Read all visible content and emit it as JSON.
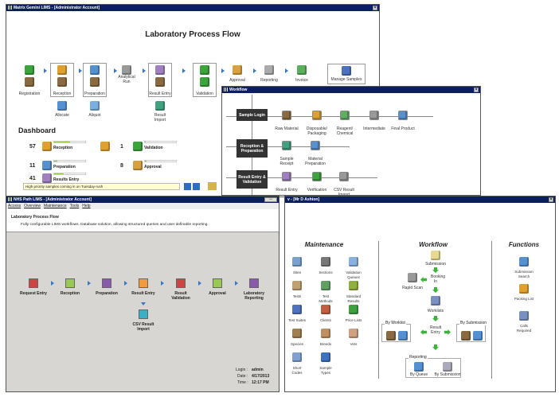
{
  "gemini": {
    "title": "Matrix Gemini LIMS - [Administrator Account]",
    "heading": "Laboratory Process Flow",
    "flow": [
      "Registration",
      "Reception",
      "Preparation",
      "Analytical Run",
      "Result Entry",
      "Validation",
      "Approval",
      "Reporting",
      "Invoice",
      "Manage Samples"
    ],
    "sub": [
      "Allocate",
      "Aliquot",
      "Result Import"
    ],
    "dashboard_title": "Dashboard",
    "dashboard": [
      {
        "count": "57",
        "label": "Reception",
        "fill": 0.5
      },
      {
        "count": "11",
        "label": "Preparation",
        "fill": 0.1
      },
      {
        "count": "41",
        "label": "Results Entry",
        "fill": 0.3
      },
      {
        "count": "1",
        "label": "Validation",
        "fill": 0.02
      },
      {
        "count": "8",
        "label": "Approval",
        "fill": 0.05
      }
    ],
    "note": "High priority samples coming in on Tuesday-rush"
  },
  "workflow": {
    "title": "Workflow",
    "stages": [
      "Sample Login",
      "Reception & Preparation",
      "Result Entry & Validation"
    ],
    "rows": [
      [
        "Raw Material",
        "Disposable/ Packaging",
        "Reagent/ Chemical",
        "Intermediate",
        "Final Product"
      ],
      [
        "Sample Receipt",
        "Material Preparation"
      ],
      [
        "Result Entry",
        "Verification",
        "CSV Result Import"
      ]
    ]
  },
  "nhs": {
    "title": "NHS Path LIMS - [Administrator Account]",
    "menu": [
      "Access",
      "Overview",
      "Maintenance",
      "Tools",
      "Help"
    ],
    "heading": "Laboratory Process Flow",
    "subheading": "Fully configurable LIMS workflows. Database solution, allowing structured queries and user definable reporting.",
    "steps": [
      {
        "label": "Request Entry",
        "color": "#cc4444"
      },
      {
        "label": "Reception",
        "color": "#99c855"
      },
      {
        "label": "Preparation",
        "color": "#8a5aaa"
      },
      {
        "label": "Result Entry",
        "color": "#f39a3c"
      },
      {
        "label": "Result Validation",
        "color": "#cc4444"
      },
      {
        "label": "Approval",
        "color": "#99c855"
      },
      {
        "label": "Laboratory Reporting",
        "color": "#8a5aaa"
      }
    ],
    "branch": {
      "label": "CSV Result Import",
      "color": "#3ab0c8"
    },
    "login_label": "Login :",
    "login": "admin",
    "date_label": "Date :",
    "date": "4/17/2013",
    "time_label": "Time :",
    "time": "12:17 PM"
  },
  "vet": {
    "title": "v - [Mr D Ashton]",
    "maintenance_title": "Maintenance",
    "workflow_title": "Workflow",
    "functions_title": "Functions",
    "maintenance": [
      "Sites",
      "Sections",
      "Validation Queues",
      "Tests",
      "Test Methods",
      "Standard Results",
      "Test Suites",
      "Clients",
      "Price Lists",
      "Species",
      "Breeds",
      "Vets",
      "Short Codes",
      "Sample Types"
    ],
    "wf": {
      "submission": "Submission",
      "booking": "Booking In",
      "rapid": "Rapid Scan",
      "worklists": "Worklists",
      "result": "Result Entry",
      "by_worklist": "By Worklist",
      "by_submission": "By Submission",
      "reporting": "Reporting",
      "by_queue": "By Queue",
      "rep_by_submission": "By Submission"
    },
    "functions": [
      "Submission Search",
      "Packing List",
      "Calls Required"
    ]
  }
}
